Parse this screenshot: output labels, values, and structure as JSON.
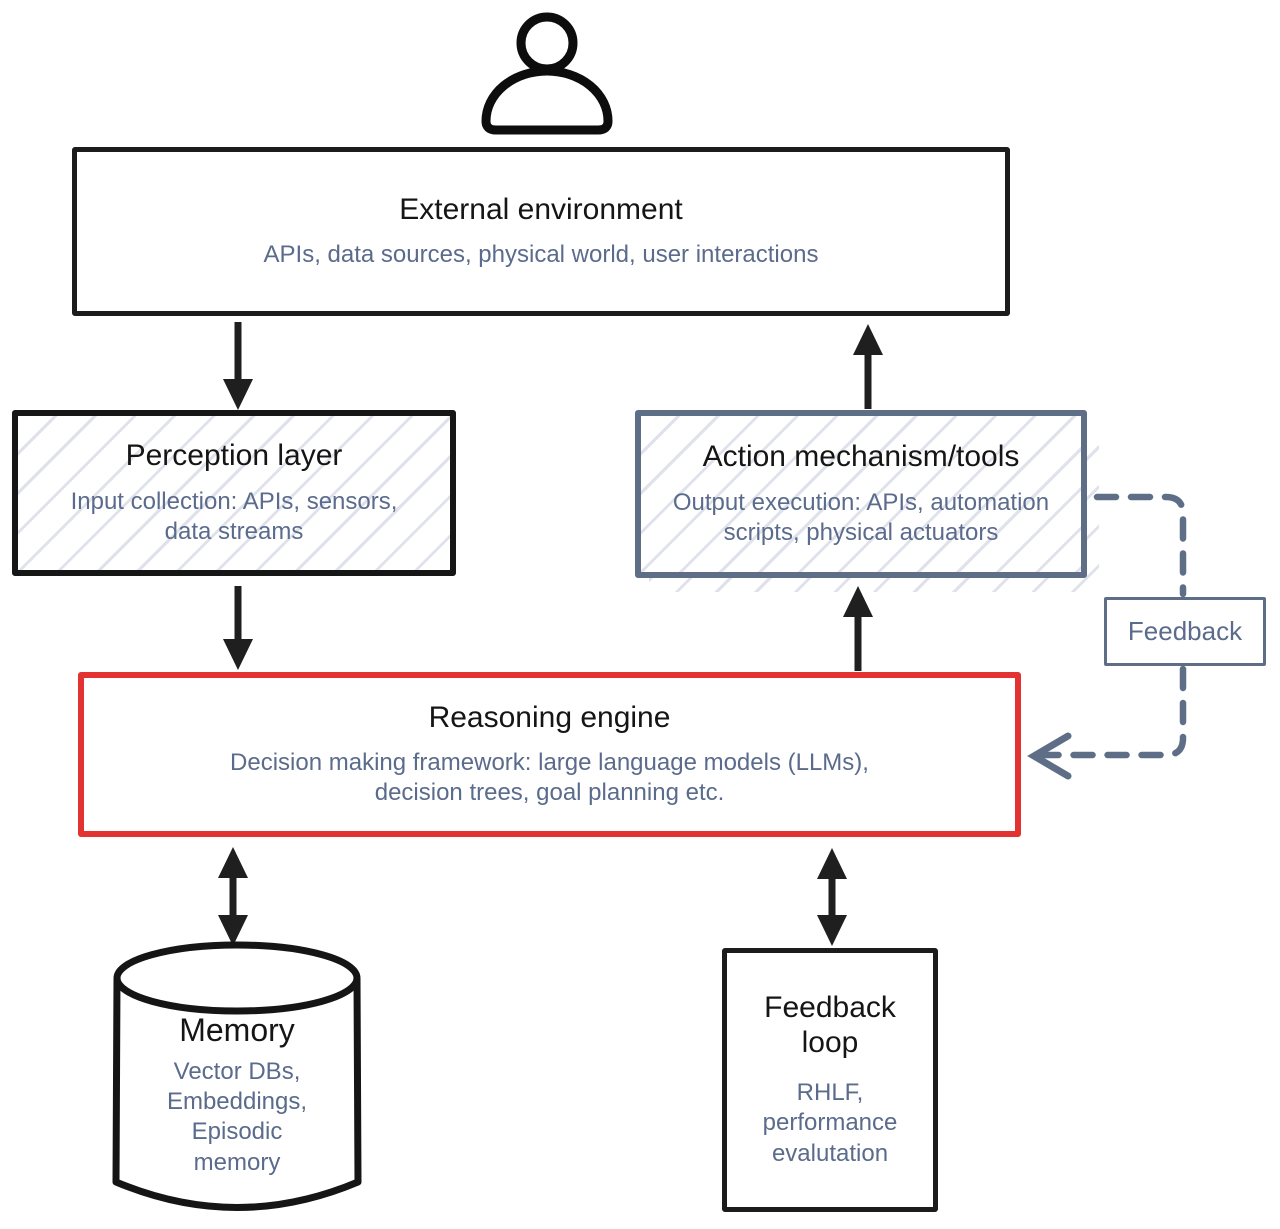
{
  "diagram": {
    "external_environment": {
      "title": "External environment",
      "subtitle": "APIs, data sources, physical world, user interactions"
    },
    "perception_layer": {
      "title": "Perception layer",
      "subtitle": "Input collection: APIs, sensors, data streams"
    },
    "action_mechanism": {
      "title": "Action mechanism/tools",
      "subtitle": "Output execution: APIs, automation scripts, physical actuators"
    },
    "reasoning_engine": {
      "title": "Reasoning engine",
      "subtitle": "Decision making framework: large language models (LLMs), decision trees, goal planning etc."
    },
    "memory": {
      "title": "Memory",
      "subtitle": "Vector DBs, Embeddings, Episodic memory"
    },
    "feedback_tag": {
      "label": "Feedback"
    },
    "feedback_loop": {
      "title": "Feedback loop",
      "subtitle": "RHLF, performance evalutation"
    },
    "colors": {
      "reasoning_border": "#e23232",
      "slate_accent": "#5f6e87",
      "secondary_text": "#5b6b8c",
      "primary_stroke": "#1c1c1c"
    },
    "icons": {
      "user": "user-icon"
    }
  }
}
